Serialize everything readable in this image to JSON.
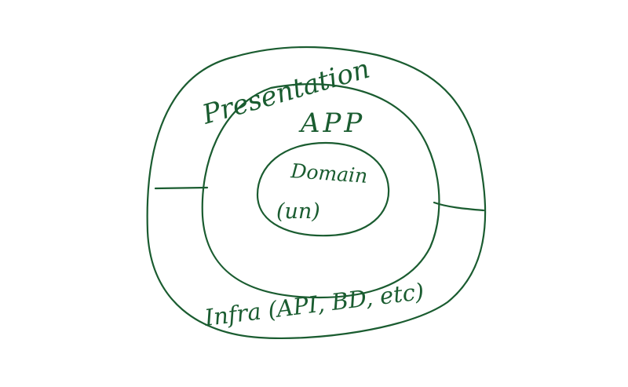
{
  "ink_color": "#1a5c30",
  "background_color": "#ffffff",
  "diagram": {
    "layers": [
      {
        "id": "outer",
        "label": "Presentation"
      },
      {
        "id": "lower",
        "label": "Infra (API, BD, etc)"
      },
      {
        "id": "middle",
        "label": "APP"
      },
      {
        "id": "inner",
        "label": "Domain",
        "sublabel": "(un)"
      }
    ]
  }
}
